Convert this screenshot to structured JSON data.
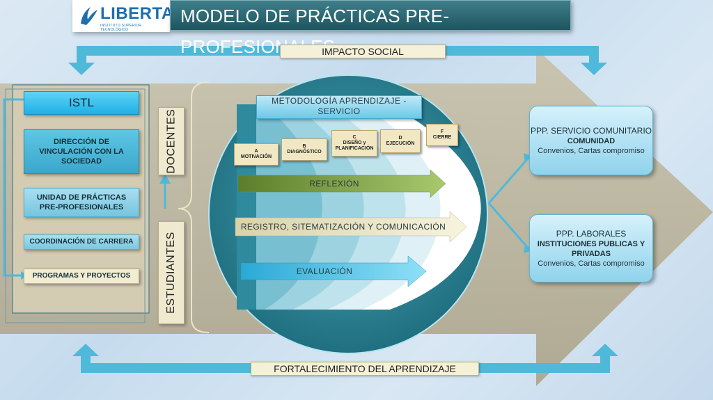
{
  "header": {
    "logo_text": "LIBERTAD",
    "logo_subtext": "INSTITUTO SUPERIOR TECNOLÓGICO",
    "title": "MODELO DE PRÁCTICAS PRE-PROFESIONALES"
  },
  "top_bar": {
    "label": "IMPACTO SOCIAL"
  },
  "bottom_bar": {
    "label": "FORTALECIMIENTO DEL APRENDIZAJE"
  },
  "left_column": {
    "items": [
      {
        "label": "ISTL"
      },
      {
        "label": "DIRECCIÓN DE VINCULACIÓN CON LA SOCIEDAD"
      },
      {
        "label": "UNIDAD DE PRÁCTICAS PRE-PROFESIONALES"
      },
      {
        "label": "COORDINACIÓN DE CARRERA"
      },
      {
        "label": "PROGRAMAS Y PROYECTOS"
      }
    ]
  },
  "actors": {
    "docentes": "DOCENTES",
    "estudiantes": "ESTUDIANTES"
  },
  "methodology": {
    "title": "METODOLOGÍA APRENDIZAJE - SERVICIO",
    "steps": [
      {
        "letter": "A",
        "label": "MOTIVACIÓN"
      },
      {
        "letter": "B",
        "label": "DIAGNÓSTICO"
      },
      {
        "letter": "C",
        "label": "DISEÑO y PLANIFICACIÓN"
      },
      {
        "letter": "D",
        "label": "EJECUCIÓN"
      },
      {
        "letter": "F",
        "label": "CIERRE"
      }
    ],
    "arrows": [
      {
        "label": "REFLEXIÓN"
      },
      {
        "label": "REGISTRO, SITEMATIZACIÓN Y COMUNICACIÓN"
      },
      {
        "label": "EVALUACIÓN"
      }
    ]
  },
  "outcomes": {
    "servicio": {
      "line1": "PPP. SERVICIO COMUNITARIO",
      "line2": "COMUNIDAD",
      "line3": "Convenios, Cartas compromiso"
    },
    "laborales": {
      "line1": "PPP. LABORALES",
      "line2": "INSTITUCIONES PUBLICAS Y PRIVADAS",
      "line3": "Convenios, Cartas compromiso"
    }
  },
  "colors": {
    "teal_dark": "#1d5560",
    "circle": "#2e8a9c",
    "big_arrow": "#b9b29c",
    "accent_blue": "#4fc3ea",
    "green": "#8fb35a",
    "cream": "#f1ecd0"
  }
}
